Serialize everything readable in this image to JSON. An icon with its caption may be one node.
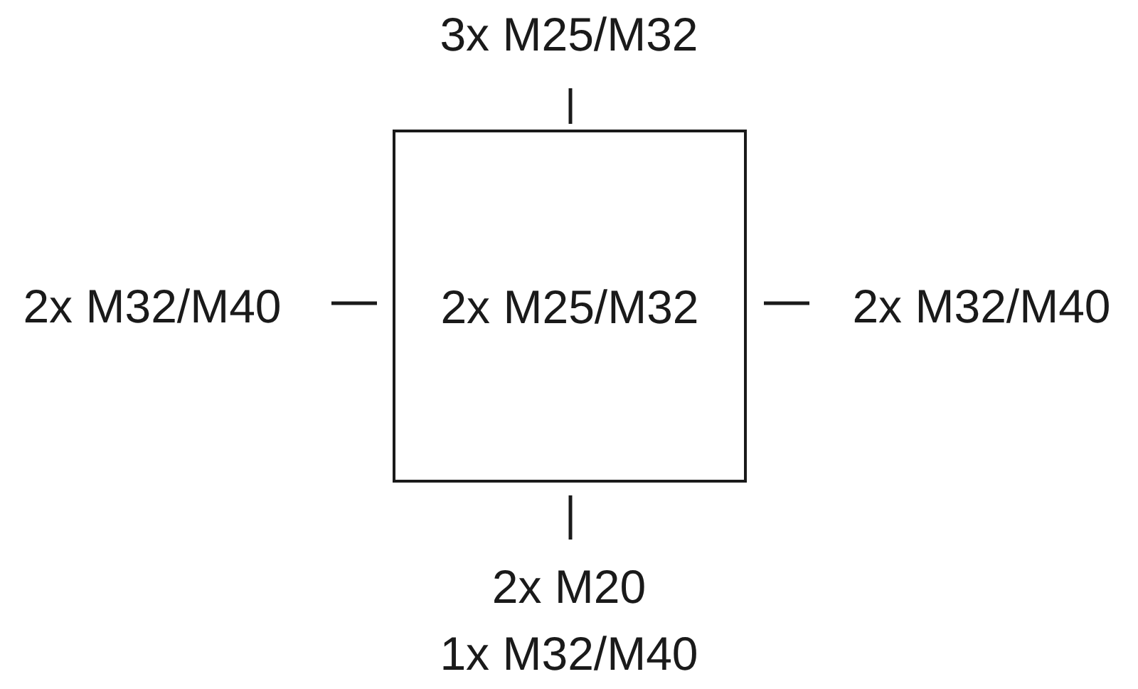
{
  "diagram": {
    "nodes": [
      {
        "text": [
          "2x M25/M32"
        ]
      }
    ],
    "labels": [
      "3x M25/M32",
      "2x M32/M40",
      "2x M32/M40",
      "2x M20",
      "1x M32/M40"
    ]
  }
}
